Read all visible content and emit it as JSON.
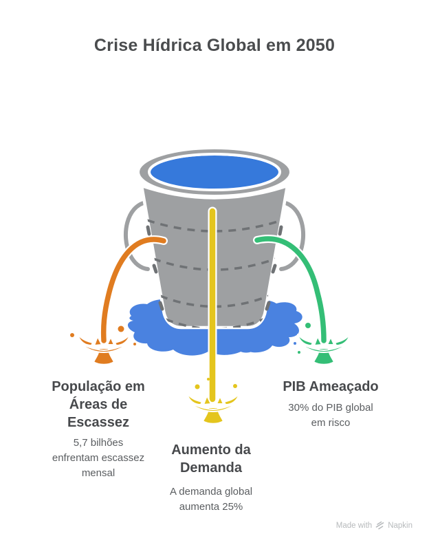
{
  "title": "Crise Hídrica Global em 2050",
  "illustration": {
    "name": "leaking-water-bucket",
    "bucket_color": "#9EA0A2",
    "dash_color": "#6F7275",
    "water_color": "#3679DB",
    "puddle_color": "#4A82E0",
    "outline_color": "#FFFFFF"
  },
  "streams": [
    {
      "id": "population",
      "color": "#E07C20",
      "heading": "População em Áreas de Escassez",
      "detail": "5,7 bilhões enfrentam escassez mensal"
    },
    {
      "id": "demand",
      "color": "#E4C51D",
      "heading": "Aumento da Demanda",
      "detail": "A demanda global aumenta 25%"
    },
    {
      "id": "gdp",
      "color": "#34BE76",
      "heading": "PIB Ameaçado",
      "detail": "30% do PIB global em risco"
    }
  ],
  "watermark": {
    "prefix": "Made with",
    "brand": "Napkin"
  },
  "text_colors": {
    "title": "#4A4C4E",
    "heading": "#47494C",
    "detail": "#5A5D60",
    "watermark": "#B7BABC"
  }
}
